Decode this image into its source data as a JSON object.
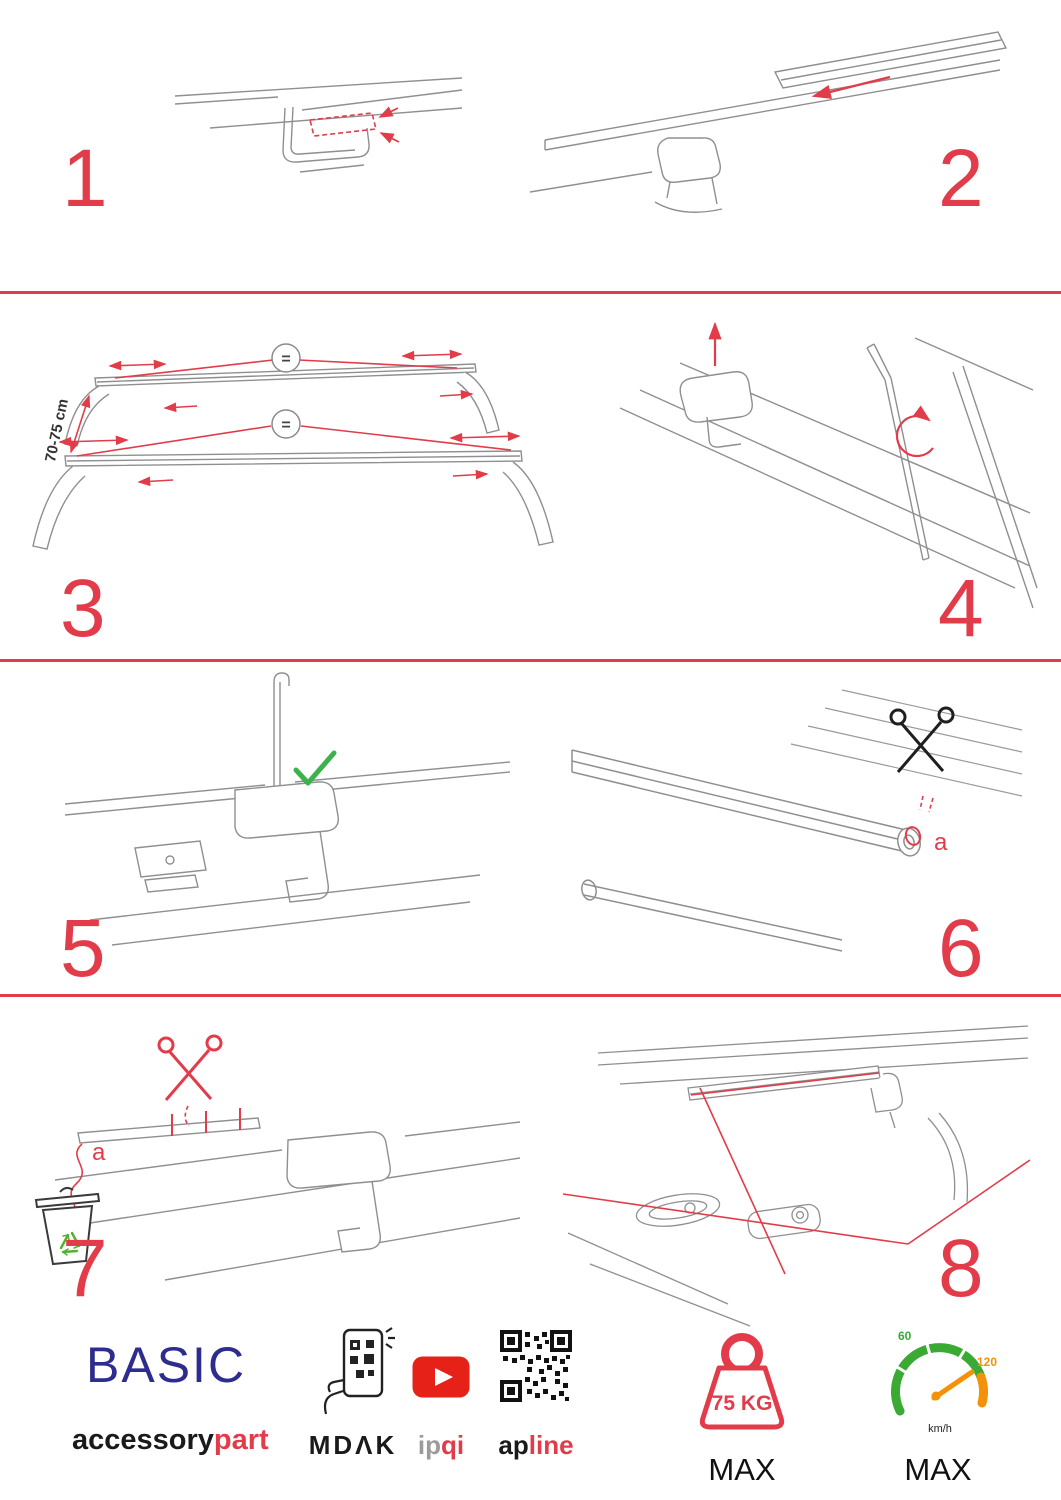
{
  "colors": {
    "accent_red": "#e23b4a",
    "brand_blue": "#2d2d8f",
    "check_green": "#3cb24d",
    "recycle_green": "#56b030",
    "gauge_green": "#3aaa35",
    "gauge_orange": "#f39208",
    "youtube_red": "#e62117"
  },
  "icons": {
    "scissors": "✂",
    "check": "✓",
    "trash_recycle": "♻",
    "youtube_play": "▶",
    "qr_code": "qr-code",
    "phone_scan": "phone-with-qr",
    "weight": "kettlebell-weight",
    "speedometer": "speed-gauge"
  },
  "steps": [
    {
      "number": "1"
    },
    {
      "number": "2"
    },
    {
      "number": "3"
    },
    {
      "number": "4"
    },
    {
      "number": "5"
    },
    {
      "number": "6"
    },
    {
      "number": "7"
    },
    {
      "number": "8"
    }
  ],
  "step3": {
    "distance_label": "70-75 cm",
    "equal_top": "=",
    "equal_bottom": "="
  },
  "step6": {
    "cut_label": "a"
  },
  "step7": {
    "cut_label": "a"
  },
  "footer": {
    "brand_title": "BASIC",
    "brand_word_black": "accessory",
    "brand_word_red": "part",
    "partner_mdak": "MDΛK",
    "partner_ipqi_gray": "ip",
    "partner_ipqi_red": "qi",
    "partner_apline_black": "ap",
    "partner_apline_red": "line",
    "weight_value": "75 KG",
    "weight_max_label": "MAX",
    "speed_low": "60",
    "speed_high": "120",
    "speed_unit": "km/h",
    "speed_max_label": "MAX"
  }
}
